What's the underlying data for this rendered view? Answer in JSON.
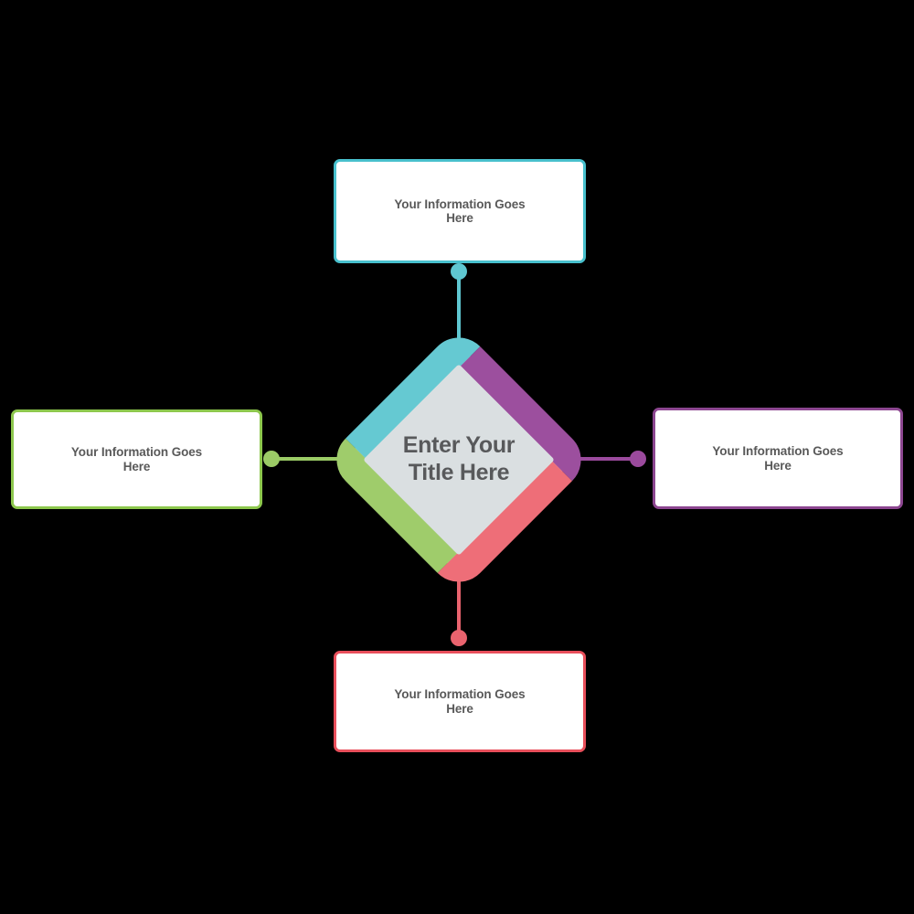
{
  "background": "#000000",
  "center": {
    "title_lines": [
      "Enter Your",
      "Title Here"
    ],
    "text_color": "#58595B",
    "fill": "#DADFE1",
    "segments": {
      "top_left": "#65C9D2",
      "top_right": "#9C4F9E",
      "bottom_right": "#EE6E78",
      "bottom_left": "#9FCC6B"
    }
  },
  "nodes": [
    {
      "id": "top",
      "label_lines": [
        "Your Information Goes",
        "Here"
      ],
      "fill": "#FFFFFF",
      "text_color": "#595959",
      "border_color": "#48C0CD",
      "connector_color": "#5FC7D1"
    },
    {
      "id": "right",
      "label_lines": [
        "Your Information Goes",
        "Here"
      ],
      "fill": "#FFFFFF",
      "text_color": "#595959",
      "border_color": "#8C4690",
      "connector_color": "#9B4A9D"
    },
    {
      "id": "bottom",
      "label_lines": [
        "Your Information Goes",
        "Here"
      ],
      "fill": "#FFFFFF",
      "text_color": "#595959",
      "border_color": "#E84F5B",
      "connector_color": "#E9636E"
    },
    {
      "id": "left",
      "label_lines": [
        "Your Information Goes",
        "Here"
      ],
      "fill": "#FFFFFF",
      "text_color": "#595959",
      "border_color": "#8DC74D",
      "connector_color": "#9BCB66"
    }
  ]
}
